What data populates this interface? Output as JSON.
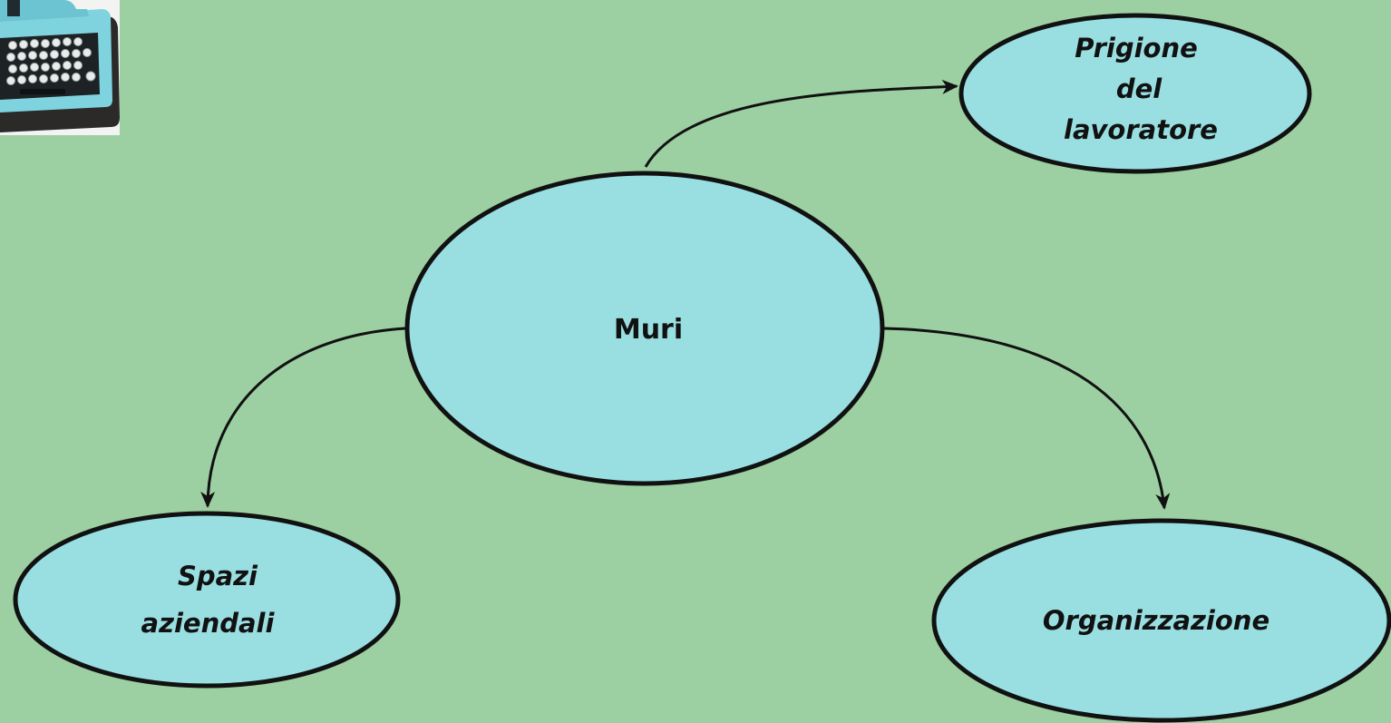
{
  "diagram": {
    "center": {
      "label": "Muri"
    },
    "nodes": [
      {
        "id": "prigione",
        "lines": [
          "Prigione",
          "del",
          "lavoratore"
        ]
      },
      {
        "id": "spazi",
        "lines": [
          "Spazi",
          "aziendali"
        ]
      },
      {
        "id": "organizzazione",
        "lines": [
          "Organizzazione"
        ]
      }
    ],
    "edges": [
      {
        "from": "center",
        "to": "prigione"
      },
      {
        "from": "center",
        "to": "spazi"
      },
      {
        "from": "center",
        "to": "organizzazione"
      }
    ]
  },
  "colors": {
    "background": "#9ccfa1",
    "node_fill": "#99dfe2",
    "stroke": "#111111"
  },
  "image": {
    "icon": "typewriter-icon"
  }
}
